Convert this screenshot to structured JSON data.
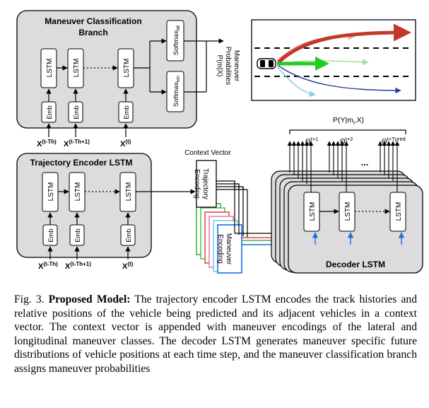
{
  "maneuver_branch": {
    "title_line1": "Maneuver Classification",
    "title_line2": "Branch",
    "lstm_label": "LSTM",
    "emb_label": "Emb",
    "softmax_lat_base": "Softmax",
    "softmax_lat_sub": "lat",
    "softmax_lon_base": "Softmax",
    "softmax_lon_sub": "lon",
    "inputs": [
      {
        "base": "X",
        "sup": "(t-Th)"
      },
      {
        "base": "X",
        "sup": "(t-Th+1)"
      },
      {
        "base": "X",
        "sup": "(t)"
      }
    ]
  },
  "maneuver_probabilities": {
    "line1": "Maneuver",
    "line2": "Probabilities",
    "line3": "P(m|X)"
  },
  "encoder": {
    "title": "Trajectory Encoder LSTM",
    "lstm_label": "LSTM",
    "emb_label": "Emb",
    "inputs": [
      {
        "base": "X",
        "sup": "(t-Th)"
      },
      {
        "base": "X",
        "sup": "(t-Th+1)"
      },
      {
        "base": "X",
        "sup": "(t)"
      }
    ]
  },
  "context_vector": {
    "label": "Context Vector",
    "trajectory_line1": "Trajectory",
    "trajectory_line2": "Encoding",
    "maneuver_line1": "Maneuver",
    "maneuver_line2": "Encoding"
  },
  "decoder": {
    "title": "Decoder LSTM",
    "lstm_label": "LSTM",
    "output_label": "P(Y|m",
    "output_sub": "i",
    "output_end": ",X)",
    "outputs": [
      {
        "base": "Θ",
        "sup": "t+1"
      },
      {
        "base": "Θ",
        "sup": "t+2"
      },
      {
        "base": "Θ",
        "sup": "t+Tpred"
      }
    ],
    "ellipsis": "..."
  },
  "caption": {
    "prefix": "Fig. 3.   ",
    "bold": "Proposed Model:",
    "text": " The trajectory encoder LSTM encodes the track histories and relative positions of the vehicle being predicted and its adjacent vehicles in a context vector. The context vector is appended with maneuver encodings of the lateral and longitudinal maneuver classes. The decoder LSTM generates maneuver specific future distributions of vehicle positions at each time step, and the maneuver classification branch assigns maneuver probabilities"
  },
  "colors": {
    "panel_fill": "#dcdcdc",
    "maneuver_red": "#c0392b",
    "maneuver_green": "#22cc22",
    "maneuver_blue": "#1f3a9c",
    "encoding_blue": "#1a6fe0",
    "encoding_green": "#1a9a2a",
    "encoding_red": "#e02020"
  }
}
